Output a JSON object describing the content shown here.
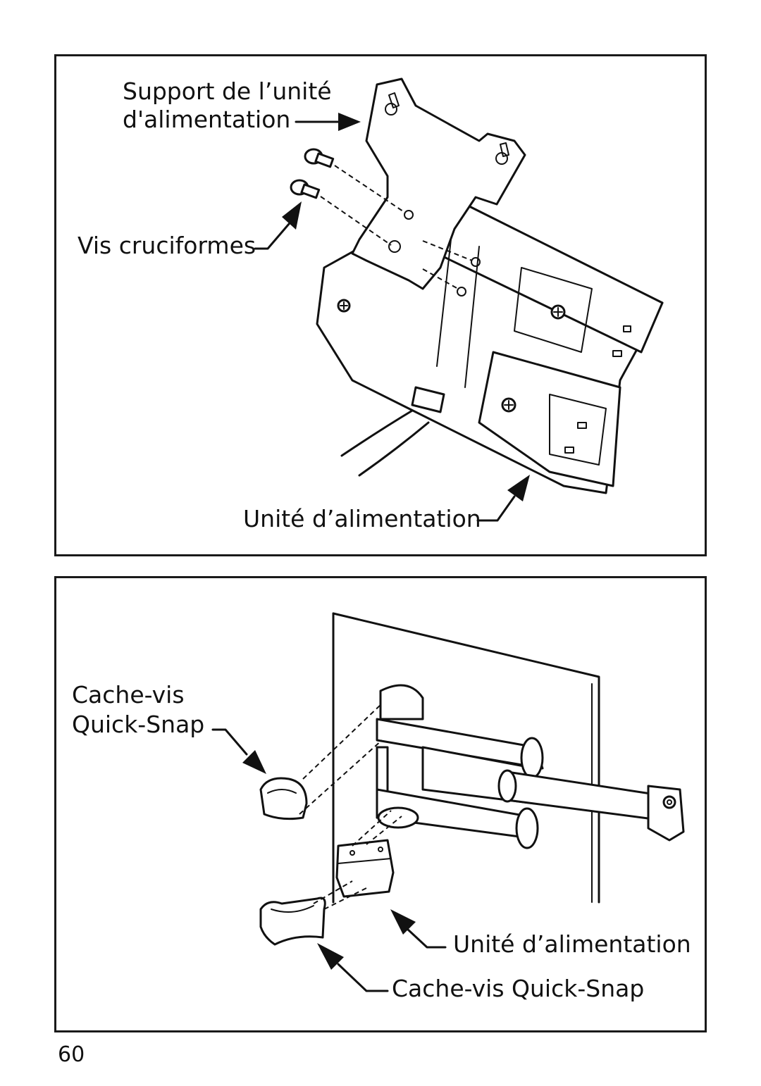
{
  "panel1": {
    "labels": {
      "bracket_line1": "Support de l’unité",
      "bracket_line2": "d'alimentation",
      "screws": "Vis cruciformes",
      "power_unit": "Unité d’alimentation"
    }
  },
  "panel2": {
    "labels": {
      "cover_line1": "Cache-vis",
      "cover_line2": "Quick-Snap",
      "power_unit": "Unité d’alimentation",
      "cover_bottom": "Cache-vis Quick-Snap"
    }
  },
  "page_number": "60"
}
